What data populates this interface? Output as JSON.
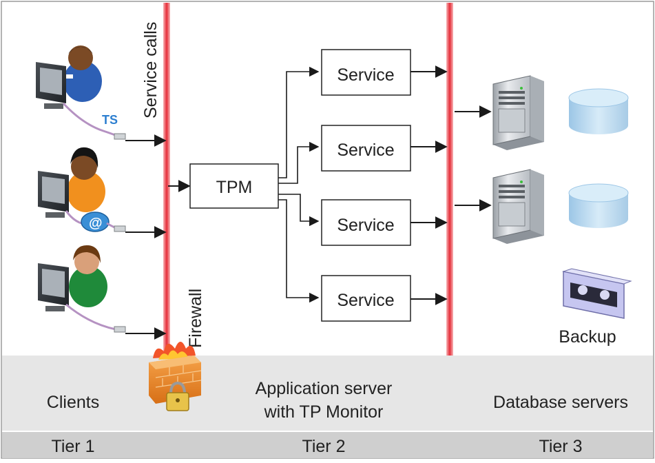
{
  "labels": {
    "service_calls": "Service calls",
    "firewall": "Firewall",
    "tpm": "TPM",
    "services": [
      "Service",
      "Service",
      "Service",
      "Service"
    ],
    "backup": "Backup",
    "ts_badge": "TS",
    "email_badge": "@"
  },
  "bands": {
    "clients": "Clients",
    "app_server_line1": "Application server",
    "app_server_line2": "with TP Monitor",
    "database_servers": "Database servers"
  },
  "tiers": [
    "Tier 1",
    "Tier 2",
    "Tier 3"
  ],
  "colors": {
    "firewall_red": "#e8323c",
    "band_gray": "#e6e6e6",
    "tier_gray": "#cfcfcf",
    "disk_blue": "#b8d7ee",
    "arrow": "#1a1a1a"
  }
}
